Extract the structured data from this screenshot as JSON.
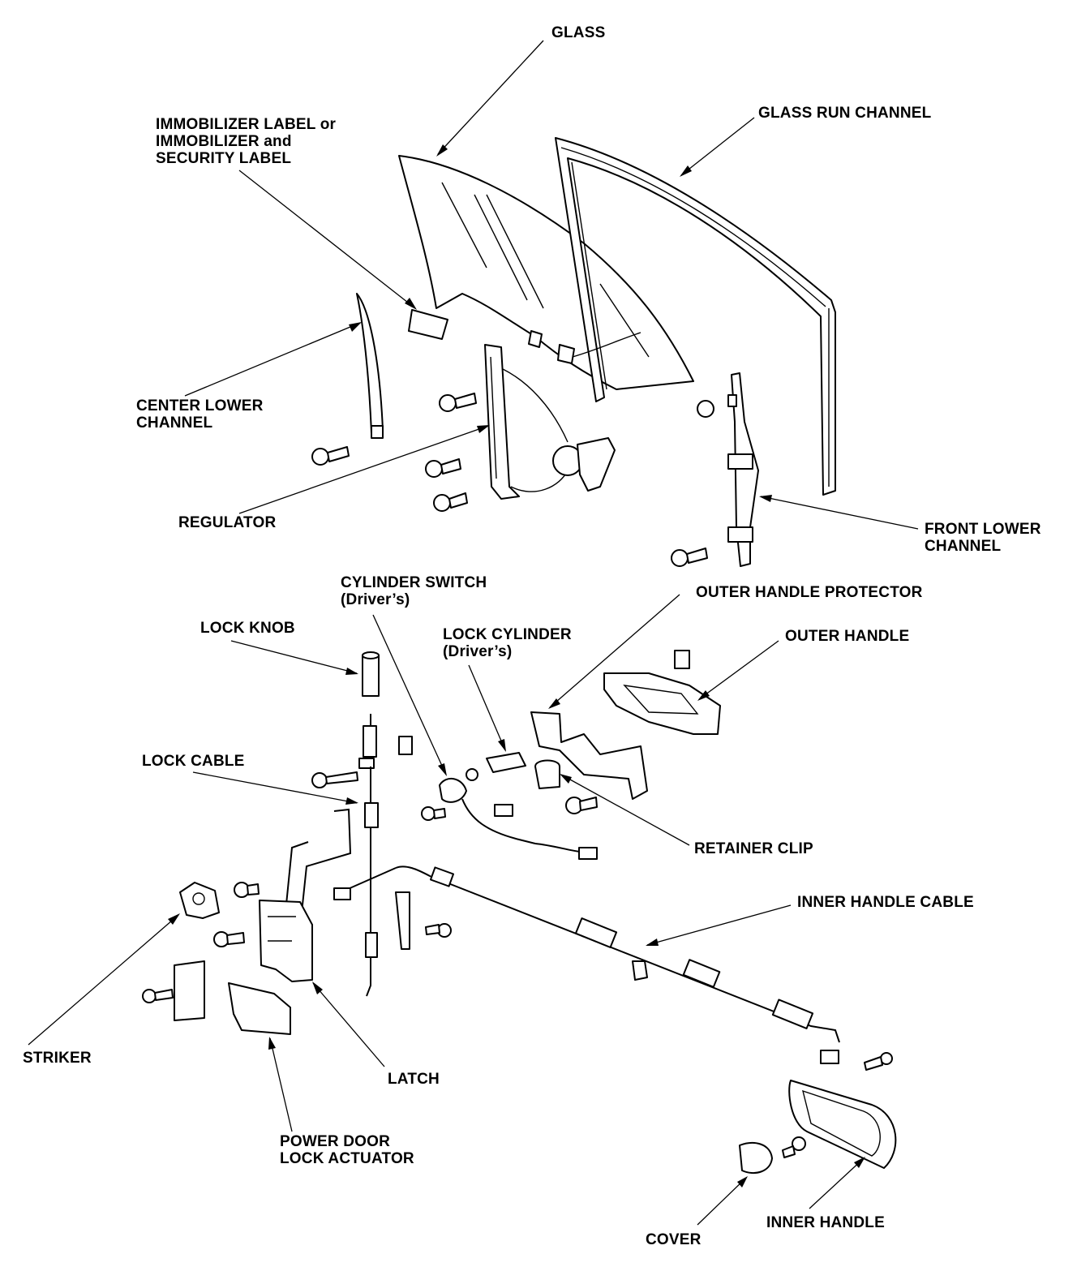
{
  "labels": {
    "glass": "GLASS",
    "glass_run_channel": "GLASS RUN CHANNEL",
    "immobilizer_label_1": "IMMOBILIZER LABEL or",
    "immobilizer_label_2": "IMMOBILIZER and",
    "immobilizer_label_3": "SECURITY LABEL",
    "center_lower_channel_1": "CENTER LOWER",
    "center_lower_channel_2": "CHANNEL",
    "regulator": "REGULATOR",
    "front_lower_channel_1": "FRONT LOWER",
    "front_lower_channel_2": "CHANNEL",
    "cylinder_switch_1": "CYLINDER SWITCH",
    "cylinder_switch_2": "(Driver’s)",
    "lock_knob": "LOCK KNOB",
    "lock_cylinder_1": "LOCK CYLINDER",
    "lock_cylinder_2": "(Driver’s)",
    "outer_handle_protector": "OUTER HANDLE PROTECTOR",
    "outer_handle": "OUTER HANDLE",
    "lock_cable": "LOCK CABLE",
    "retainer_clip": "RETAINER CLIP",
    "inner_handle_cable": "INNER HANDLE CABLE",
    "striker": "STRIKER",
    "latch": "LATCH",
    "power_door_lock_actuator_1": "POWER DOOR",
    "power_door_lock_actuator_2": "LOCK ACTUATOR",
    "cover": "COVER",
    "inner_handle": "INNER HANDLE"
  }
}
